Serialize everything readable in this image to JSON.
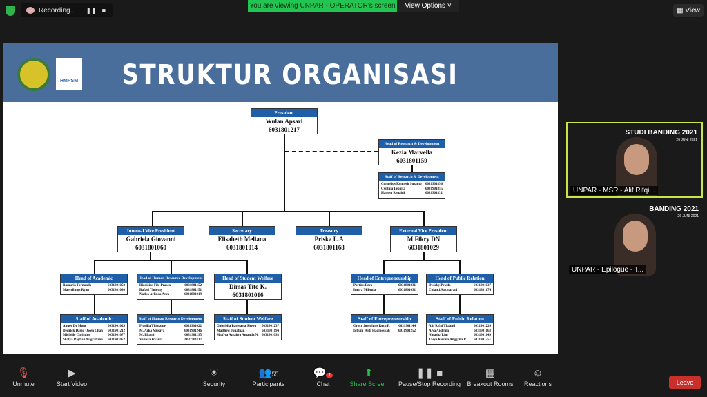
{
  "topbar": {
    "recording": "Recording...",
    "banner": "You are viewing UNPAR - OPERATOR's screen",
    "view_options": "View Options",
    "view": "View"
  },
  "slide": {
    "title": "STRUKTUR ORGANISASI",
    "logo_text": "HMPSM",
    "president": {
      "title": "President",
      "name": "Wulan Apsari",
      "id": "6031801217"
    },
    "research_head": {
      "title": "Head of Research & Development",
      "name": "Kezia Marvella",
      "id": "6031801159"
    },
    "research_staff": {
      "title": "Staff of Research & Development",
      "members": [
        [
          "Cornelius Kenneth Susanto",
          "6031901856"
        ],
        [
          "Cynthia Leonita",
          "6031901855"
        ],
        [
          "Hansen Renaldi",
          "6031901831"
        ]
      ]
    },
    "ivp": {
      "title": "Internal Vice President",
      "name": "Gabriela Giovanni",
      "id": "6031801060"
    },
    "secretary": {
      "title": "Secretary",
      "name": "Elisabeth Meliana",
      "id": "6031801014"
    },
    "treasury": {
      "title": "Treasury",
      "name": "Priska L.A",
      "id": "6031801168"
    },
    "evp": {
      "title": "External Vice President",
      "name": "M Fikry DN",
      "id": "6031801029"
    },
    "academic_head": {
      "title": "Head of Academic",
      "members": [
        [
          "Ramurio Fernando",
          "6031801050"
        ],
        [
          "Marcellinus Ryan",
          "6031801030"
        ]
      ]
    },
    "hr_head": {
      "title": "Head of Human Resource Development",
      "members": [
        [
          "Dionisius Filo Prasca",
          "6031801152"
        ],
        [
          "Rafael Timothy",
          "6031801151"
        ],
        [
          "Nadya Arlinda Arra",
          "6031801019"
        ]
      ]
    },
    "welfare_head": {
      "title": "Head of Student Welfare",
      "name": "Dimas Tito K.",
      "id": "6031801016"
    },
    "entre_head": {
      "title": "Head of Entrepreneurship",
      "members": [
        [
          "Portius Ezra",
          "6031801831"
        ],
        [
          "Imara Millenia",
          "6031801091"
        ]
      ]
    },
    "pr_head": {
      "title": "Head of Public Relation",
      "members": [
        [
          "Dwicky Prieda",
          "6031801037"
        ],
        [
          "Chianti Sukmarani",
          "6031801174"
        ]
      ]
    },
    "academic_staff": {
      "title": "Staff of Academic",
      "members": [
        [
          "Aimee De Mont",
          "6031901029"
        ],
        [
          "Dedrick David Owen Chan",
          "6031901212"
        ],
        [
          "Michelle Christine",
          "6031901077"
        ],
        [
          "Shalya Rayhan Nugrahana",
          "6031901052"
        ]
      ]
    },
    "hr_staff": {
      "title": "Staff of Human Resource Development",
      "members": [
        [
          "Fidellia Thiofanny",
          "6031901022"
        ],
        [
          "M. Azka Musaya",
          "6031901246"
        ],
        [
          "M. Ilhami",
          "6031901195"
        ],
        [
          "Vanissa Irvania",
          "6031901117"
        ]
      ]
    },
    "welfare_staff": {
      "title": "Staff of Student Welfare",
      "members": [
        [
          "Gabriella Bagetasta Sitepu",
          "6031901237"
        ],
        [
          "Matthew Jonathan",
          "6031901194"
        ],
        [
          "Shafiya Azzahra Amanda N.",
          "6031901093"
        ]
      ]
    },
    "entre_staff": {
      "title": "Staff of Entrepreneurship",
      "members": [
        [
          "Grace Josephine Ruth P.",
          "6031901144"
        ],
        [
          "Ighum Widi Hadinosyah",
          "6031901252"
        ]
      ]
    },
    "pr_staff": {
      "title": "Staff of Public Relation",
      "members": [
        [
          "Alif Rifqi Thaanil",
          "6031901226"
        ],
        [
          "Alya Andrina",
          "6031901163"
        ],
        [
          "Natasha Lim",
          "6031901149"
        ],
        [
          "Tasya Kurnia Anggrita R.",
          "6031901251"
        ]
      ]
    }
  },
  "tiles": [
    {
      "label": "UNPAR - MSR - Alif Rifqi...",
      "event": "STUDI BANDING 2021",
      "date": "26 JUNI 2021"
    },
    {
      "label": "UNPAR - Epilogue - T...",
      "event": "BANDING 2021",
      "date": "26 JUNI 2021"
    }
  ],
  "toolbar": {
    "unmute": "Unmute",
    "start_video": "Start Video",
    "security": "Security",
    "participants": "Participants",
    "participant_count": "55",
    "chat": "Chat",
    "chat_badge": "1",
    "share": "Share Screen",
    "recording": "Pause/Stop Recording",
    "breakout": "Breakout Rooms",
    "reactions": "Reactions",
    "leave": "Leave"
  },
  "colors": {
    "accent_green": "#23c552",
    "leave_red": "#c9302c",
    "org_blue": "#1f5fa8"
  }
}
